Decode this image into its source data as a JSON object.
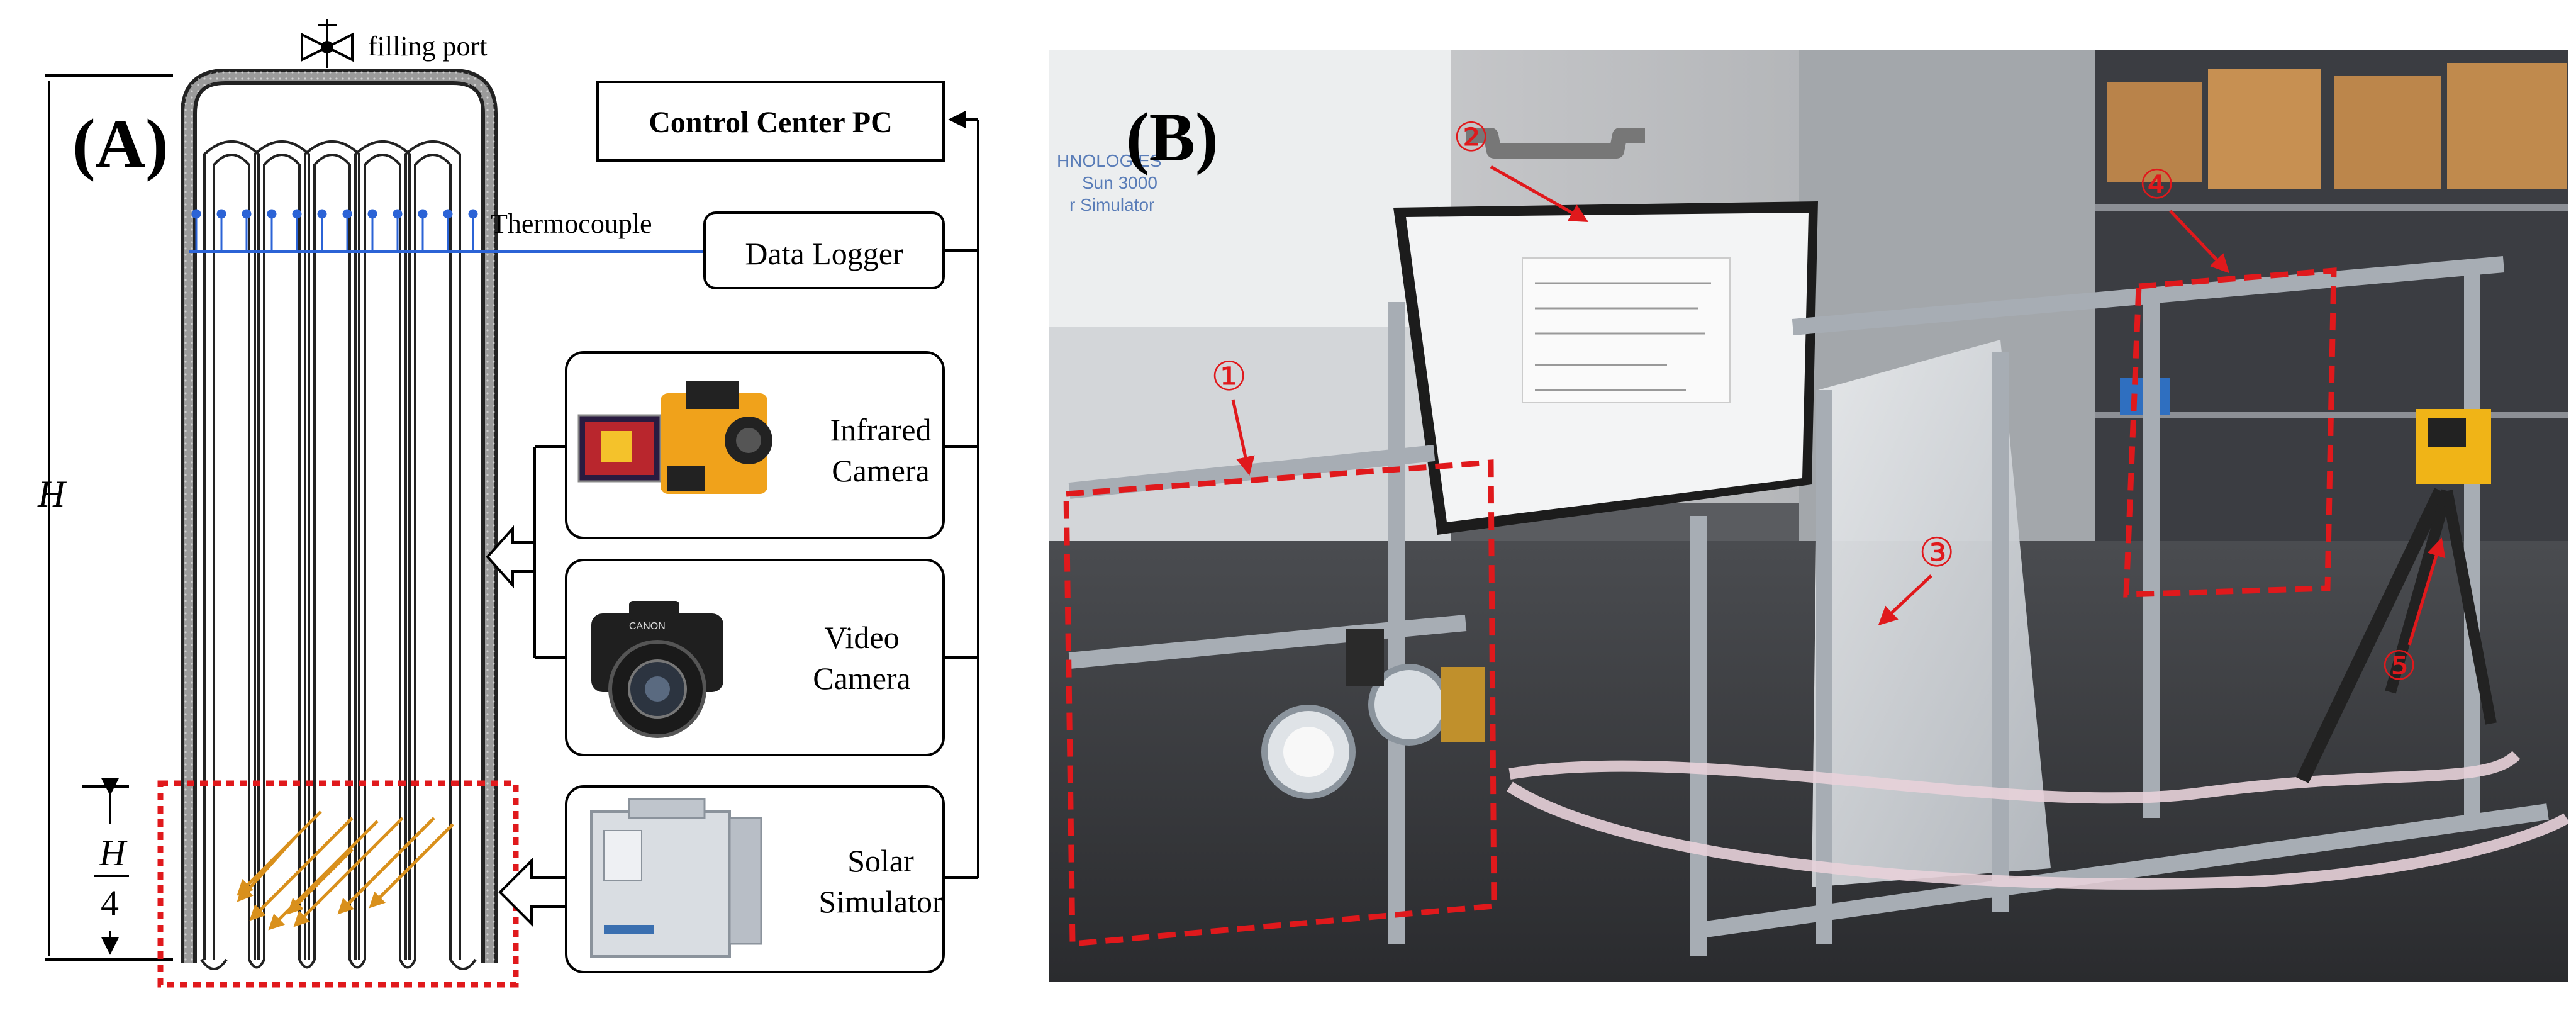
{
  "panel_a": {
    "label": "(A)",
    "filling_port": "filling port",
    "thermocouple": "Thermocouple",
    "height_label": "H",
    "quarter_num": "H",
    "quarter_den": "4",
    "control_pc": "Control Center PC",
    "data_logger": "Data Logger",
    "infrared_camera": [
      "Infrared",
      "Camera"
    ],
    "video_camera": [
      "Video",
      "Camera"
    ],
    "solar_simulator": [
      "Solar",
      "Simulator"
    ],
    "video_camera_brand": "CANON"
  },
  "panel_b": {
    "label": "(B)",
    "markers": [
      "①",
      "②",
      "③",
      "④",
      "⑤"
    ],
    "simulator_text": [
      "HNOLOGIES",
      "Sun 3000",
      "r Simulator"
    ]
  },
  "colors": {
    "highlight_red": "#e0191c",
    "sunlight_orange": "#d9901c",
    "thermocouple_blue": "#2b63d6",
    "tube": "#222222"
  }
}
